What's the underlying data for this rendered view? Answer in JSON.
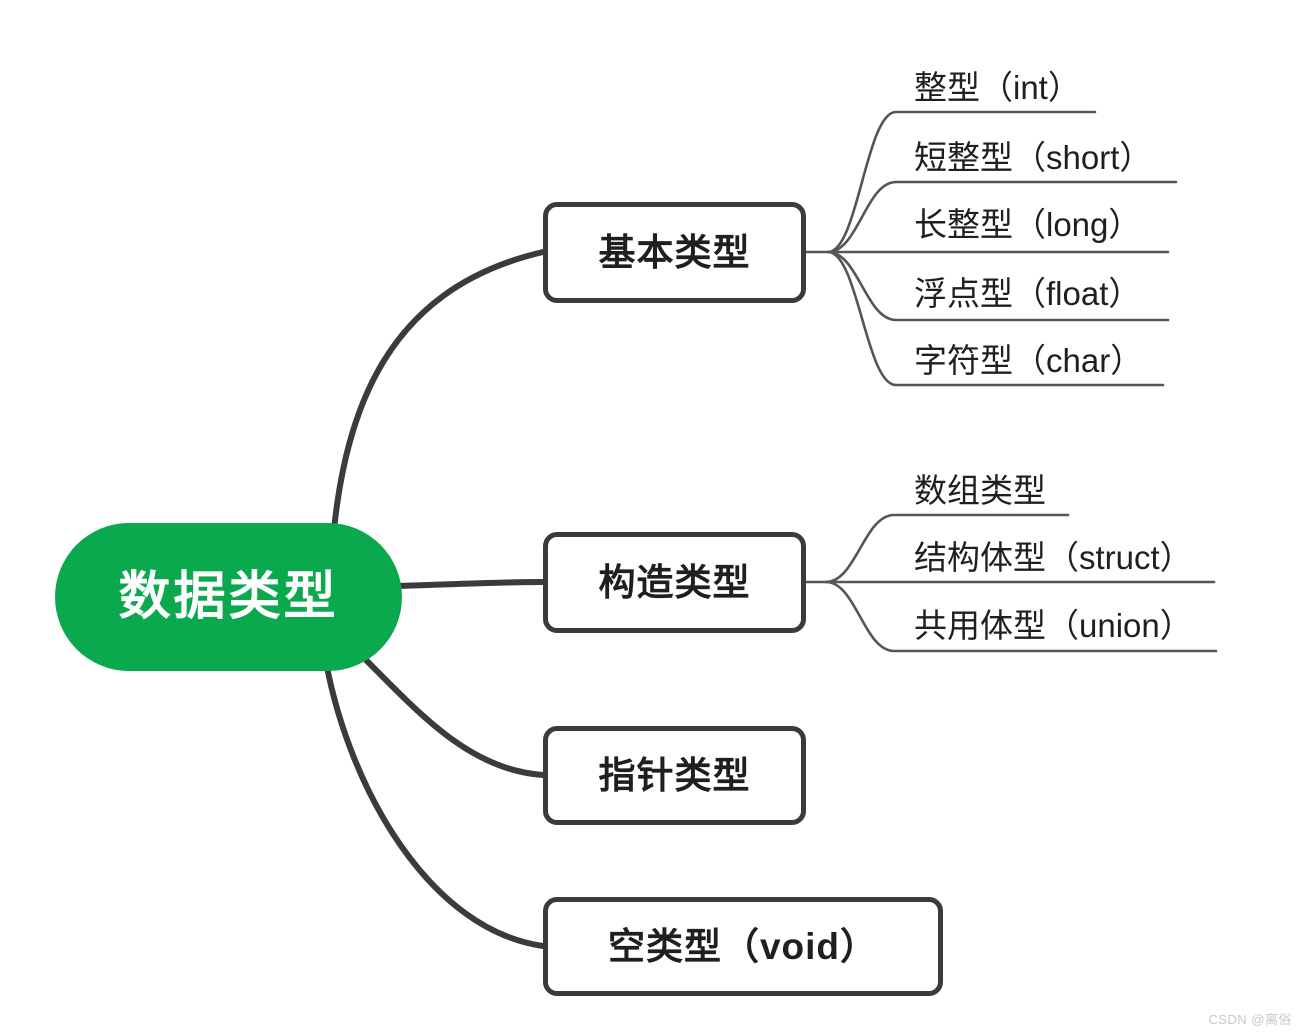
{
  "diagram": {
    "title": "数据类型",
    "type": "mind-map",
    "accent_color": "#0BA94E",
    "line_color": "#3B3B3D",
    "leaf_line_color": "#555558",
    "text_color": "#1F1F21",
    "background": "#ffffff"
  },
  "root": {
    "label": "数据类型",
    "shape": "pill",
    "fill": "#0BA94E",
    "text_color": "#ffffff"
  },
  "branches": [
    {
      "id": "basic",
      "label": "基本类型",
      "children": [
        {
          "label": "整型（int）"
        },
        {
          "label": "短整型（short）"
        },
        {
          "label": "长整型（long）"
        },
        {
          "label": "浮点型（float）"
        },
        {
          "label": "字符型（char）"
        }
      ]
    },
    {
      "id": "struct",
      "label": "构造类型",
      "children": [
        {
          "label": "数组类型"
        },
        {
          "label": "结构体型（struct）"
        },
        {
          "label": "共用体型（union）"
        }
      ]
    },
    {
      "id": "pointer",
      "label": "指针类型",
      "children": []
    },
    {
      "id": "void",
      "label": "空类型（void）",
      "children": []
    }
  ],
  "watermark": {
    "text": "CSDN @离俗"
  }
}
